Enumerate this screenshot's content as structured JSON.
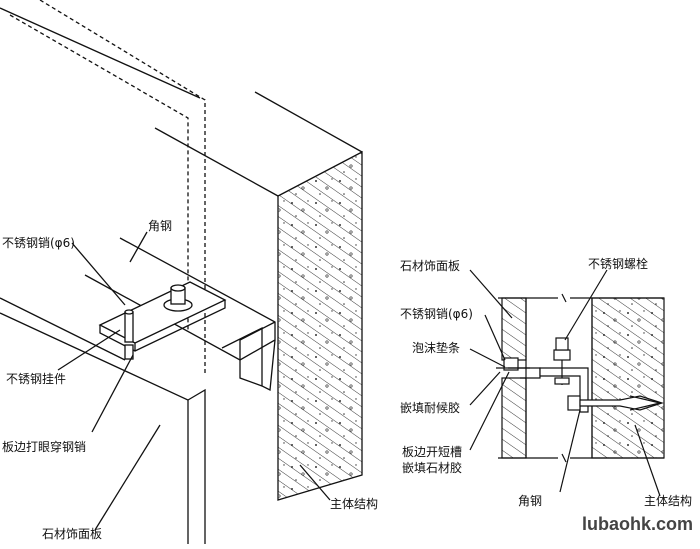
{
  "labels": {
    "left_angle_steel": "角钢",
    "left_pin": "不锈钢销(φ6)",
    "left_hanger": "不锈钢挂件",
    "left_hole": "板边打眼穿钢销",
    "left_panel": "石材饰面板",
    "left_structure": "主体结构",
    "right_panel": "石材饰面板",
    "right_bolt": "不锈钢螺栓",
    "right_pin": "不锈钢销(φ6)",
    "right_foam": "泡沫垫条",
    "right_sealant": "嵌填耐候胶",
    "right_slot_line1": "板边开短槽",
    "right_slot_line2": "嵌填石材胶",
    "right_angle_steel": "角钢",
    "right_structure": "主体结构"
  },
  "watermark": "lubaohk.com"
}
